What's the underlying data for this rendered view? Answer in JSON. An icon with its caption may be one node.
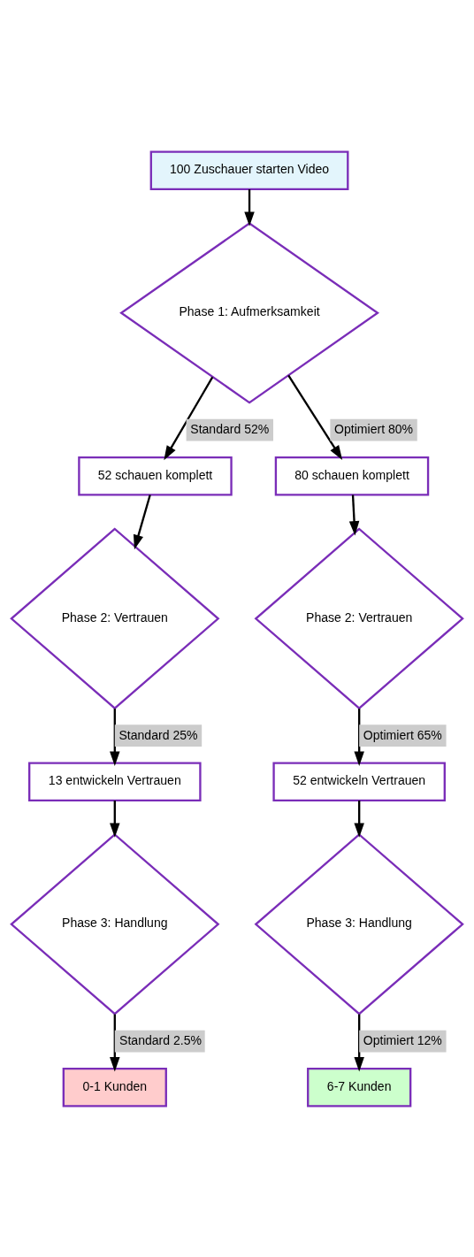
{
  "diagram": {
    "nodes": [
      {
        "text": [
          "100 Zuschauer starten Video"
        ]
      },
      {
        "text": [
          "Phase 1: Aufmerksamkeit"
        ]
      },
      {
        "text": [
          "52 schauen komplett"
        ]
      },
      {
        "text": [
          "80 schauen komplett"
        ]
      },
      {
        "text": [
          "Phase 2: Vertrauen"
        ]
      },
      {
        "text": [
          "Phase 2: Vertrauen"
        ]
      },
      {
        "text": [
          "13 entwickeln Vertrauen"
        ]
      },
      {
        "text": [
          "52 entwickeln Vertrauen"
        ]
      },
      {
        "text": [
          "Phase 3: Handlung"
        ]
      },
      {
        "text": [
          "Phase 3: Handlung"
        ]
      },
      {
        "text": [
          "0-1 Kunden"
        ]
      },
      {
        "text": [
          "6-7 Kunden"
        ]
      }
    ],
    "edges": [
      {
        "from": 0,
        "to": 1,
        "arrow": "to"
      },
      {
        "from": 1,
        "to": 2,
        "arrow": "to",
        "label": "Standard 52%"
      },
      {
        "from": 1,
        "to": 3,
        "arrow": "to",
        "label": "Optimiert 80%"
      },
      {
        "from": 2,
        "to": 4,
        "arrow": "to"
      },
      {
        "from": 3,
        "to": 5,
        "arrow": "to"
      },
      {
        "from": 4,
        "to": 6,
        "arrow": "to",
        "label": "Standard 25%"
      },
      {
        "from": 5,
        "to": 7,
        "arrow": "to",
        "label": "Optimiert 65%"
      },
      {
        "from": 6,
        "to": 8,
        "arrow": "to"
      },
      {
        "from": 7,
        "to": 9,
        "arrow": "to"
      },
      {
        "from": 8,
        "to": 10,
        "arrow": "to",
        "label": "Standard 2.5%"
      },
      {
        "from": 9,
        "to": 11,
        "arrow": "to",
        "label": "Optimiert 12%"
      }
    ]
  }
}
